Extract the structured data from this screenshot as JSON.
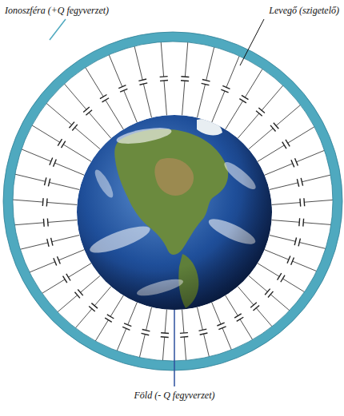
{
  "diagram": {
    "labels": [
      "Ionoszféra (+Q fegyverzet)",
      "Levegő (szigetelő)",
      "Föld (- Q fegyverzet)"
    ]
  }
}
